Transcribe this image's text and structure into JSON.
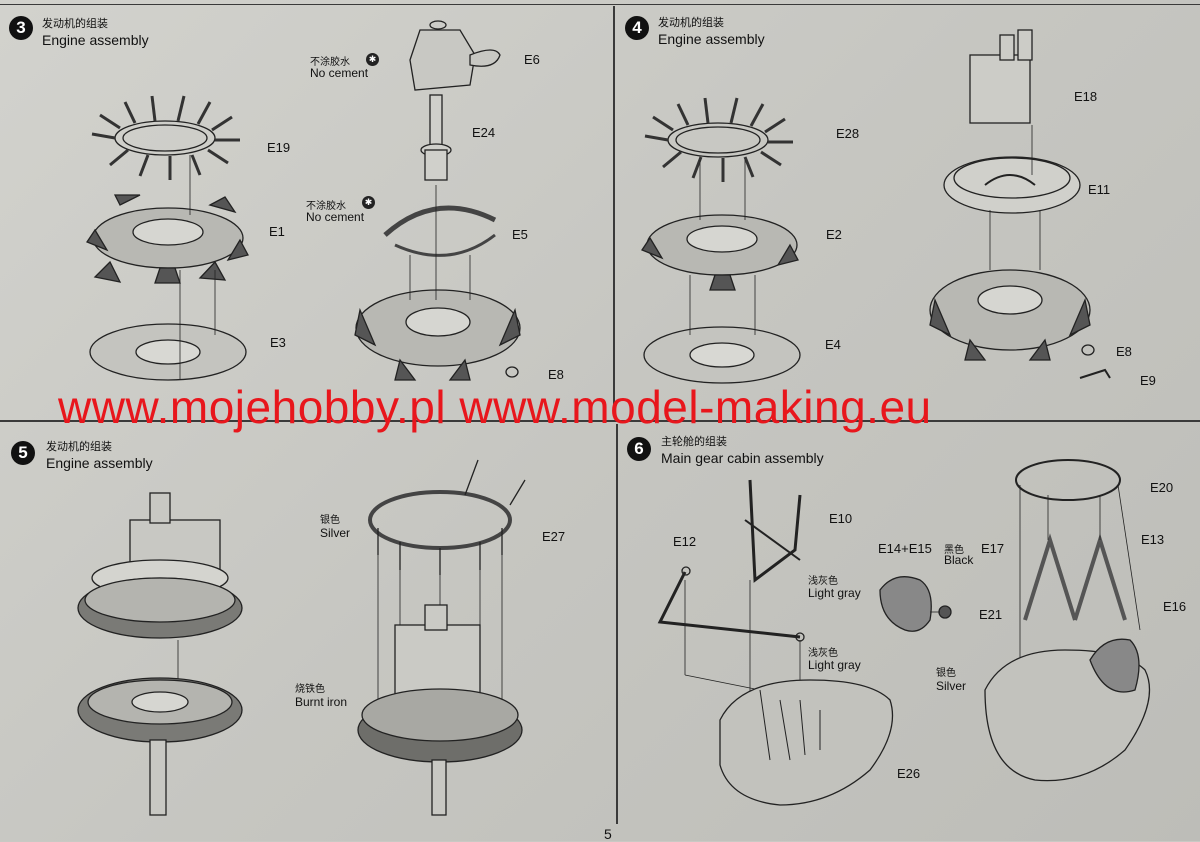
{
  "steps": [
    {
      "number": "3",
      "title_cn": "发动机的组装",
      "title_en": "Engine assembly"
    },
    {
      "number": "4",
      "title_cn": "发动机的组装",
      "title_en": "Engine assembly"
    },
    {
      "number": "5",
      "title_cn": "发动机的组装",
      "title_en": "Engine assembly"
    },
    {
      "number": "6",
      "title_cn": "主轮舱的组装",
      "title_en": "Main gear cabin assembly"
    }
  ],
  "parts": {
    "e19": "E19",
    "e1": "E1",
    "e3": "E3",
    "e6": "E6",
    "e24": "E24",
    "e5": "E5",
    "e8a": "E8",
    "e28": "E28",
    "e2": "E2",
    "e4": "E4",
    "e18": "E18",
    "e11": "E11",
    "e8b": "E8",
    "e9": "E9",
    "e27": "E27",
    "e10": "E10",
    "e12": "E12",
    "e14e15": "E14+E15",
    "e21": "E21",
    "e26": "E26",
    "e20": "E20",
    "e17": "E17",
    "e13": "E13",
    "e16": "E16"
  },
  "notes": {
    "no_cement_cn": "不涂胶水",
    "no_cement_en": "No cement",
    "silver_cn": "银色",
    "silver_en": "Silver",
    "burnt_iron_cn": "烧铁色",
    "burnt_iron_en": "Burnt iron",
    "light_gray_cn": "浅灰色",
    "light_gray_en": "Light gray",
    "black_cn": "黑色",
    "black_en": "Black"
  },
  "watermark": "www.mojehobby.pl www.model-making.eu",
  "page_number": "5",
  "colors": {
    "watermark": "#e8161c",
    "ink": "#111111"
  }
}
